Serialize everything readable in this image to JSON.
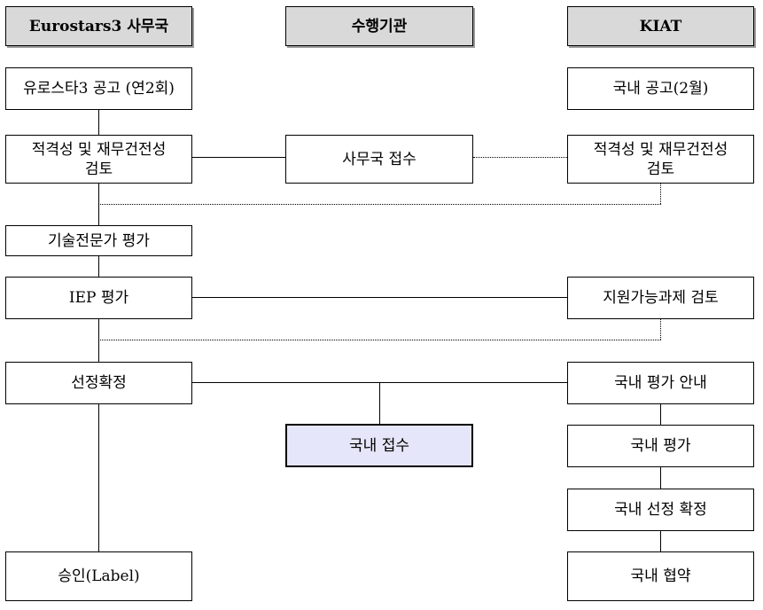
{
  "headers": {
    "eurostars": "Eurostars3 사무국",
    "agency": "수행기관",
    "kiat": "KIAT"
  },
  "left": {
    "announce": "유로스타3 공고 (연2회)",
    "eligibility": "적격성 및 재무건전성\n검토",
    "expert_eval": "기술전문가 평가",
    "iep_eval": "IEP 평가",
    "selection": "선정확정",
    "approval": "승인(Label)"
  },
  "center": {
    "secretariat_receipt": "사무국 접수",
    "domestic_receipt": "국내 접수"
  },
  "right": {
    "domestic_announce": "국내 공고(2월)",
    "eligibility": "적격성 및 재무건전성\n검토",
    "support_review": "지원가능과제 검토",
    "eval_notice": "국내 평가 안내",
    "domestic_eval": "국내 평가",
    "domestic_selection": "국내 선정 확정",
    "domestic_agreement": "국내 협약"
  }
}
